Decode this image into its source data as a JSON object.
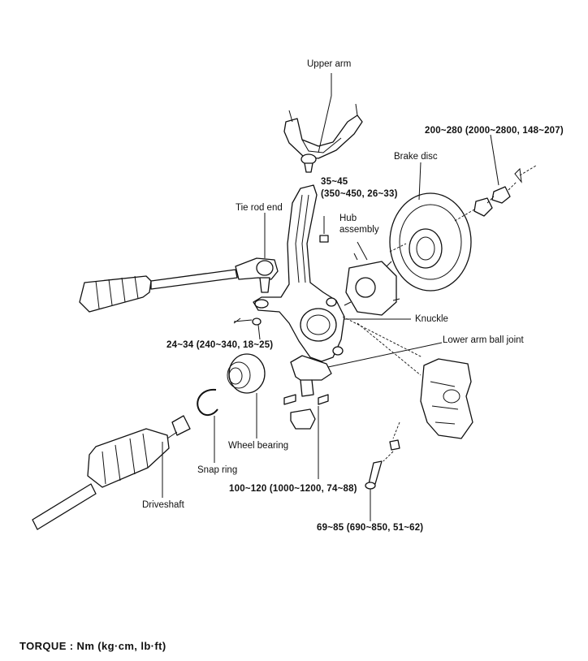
{
  "labels": {
    "upper_arm": "Upper arm",
    "brake_disc": "Brake disc",
    "tie_rod_end": "Tie rod end",
    "hub_assembly_line1": "Hub",
    "hub_assembly_line2": "assembly",
    "knuckle": "Knuckle",
    "lower_arm_ball_joint": "Lower arm ball joint",
    "wheel_bearing": "Wheel bearing",
    "snap_ring": "Snap ring",
    "driveshaft": "Driveshaft"
  },
  "torques": {
    "hub_nut": "200~280  (2000~2800,  148~207)",
    "upper_arm_nut_line1": "35~45",
    "upper_arm_nut_line2": "(350~450,  26~33)",
    "tie_rod_nut": "24~34  (240~340,  18~25)",
    "ball_joint_bolt": "100~120  (1000~1200,  74~88)",
    "caliper_bolt": "69~85  (690~850,  51~62)"
  },
  "footer": {
    "torque_units": "TORQUE  :  Nm  (kg·cm,  lb·ft)"
  }
}
